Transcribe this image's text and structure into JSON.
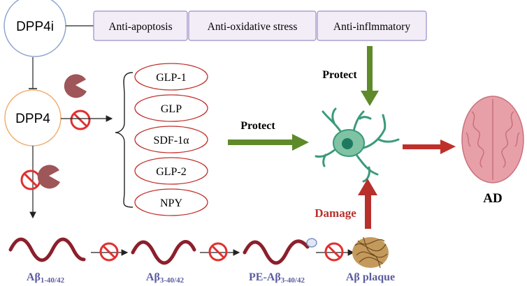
{
  "nodes": {
    "dpp4i": "DPP4i",
    "dpp4": "DPP4",
    "effects": [
      "Anti-apoptosis",
      "Anti-oxidative stress",
      "Anti-inflmmatory"
    ],
    "substrates": [
      "GLP-1",
      "GLP",
      "SDF-1α",
      "GLP-2",
      "NPY"
    ],
    "outcome": "AD"
  },
  "labels": {
    "protect_top": "Protect",
    "protect_mid": "Protect",
    "damage": "Damage"
  },
  "peptides": {
    "ab1": {
      "main": "Aβ",
      "sub": "1-40/42"
    },
    "ab3": {
      "main": "Aβ",
      "sub": "3-40/42"
    },
    "peab": {
      "main": "PE-Aβ",
      "sub": "3-40/42"
    },
    "plaque": {
      "main": "Aβ plaque"
    }
  },
  "colors": {
    "protect_arrow": "#5e8a2a",
    "damage_arrow": "#b8302c",
    "effect_box_fill": "#f3edf7",
    "effect_box_stroke": "#9b8fc8",
    "substrate_stroke": "#c0302a",
    "dpp4_stroke": "#f0b070",
    "dpp4i_stroke": "#8fa7cc",
    "peptide_color": "#8c1f2c",
    "label_blue": "#5b5da0",
    "enzyme_color": "#9e5658",
    "inhibit_color": "#e03030",
    "neuron_color": "#3b9a7a",
    "brain_color": "#e8a0a8"
  }
}
